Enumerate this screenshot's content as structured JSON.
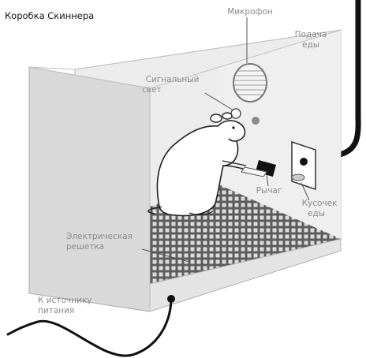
{
  "title": "Коробка Скиннера",
  "labels": {
    "microphone": "Микрофон",
    "food_supply_1": "Подача",
    "food_supply_2": "еды",
    "signal_light_1": "Сигнальный",
    "signal_light_2": "свет",
    "lever": "Рычаг",
    "food_pellet_1": "Кусочек",
    "food_pellet_2": "еды",
    "grid_1": "Электрическая",
    "grid_2": "решетка",
    "power_1": "К источнику",
    "power_2": "питания"
  }
}
